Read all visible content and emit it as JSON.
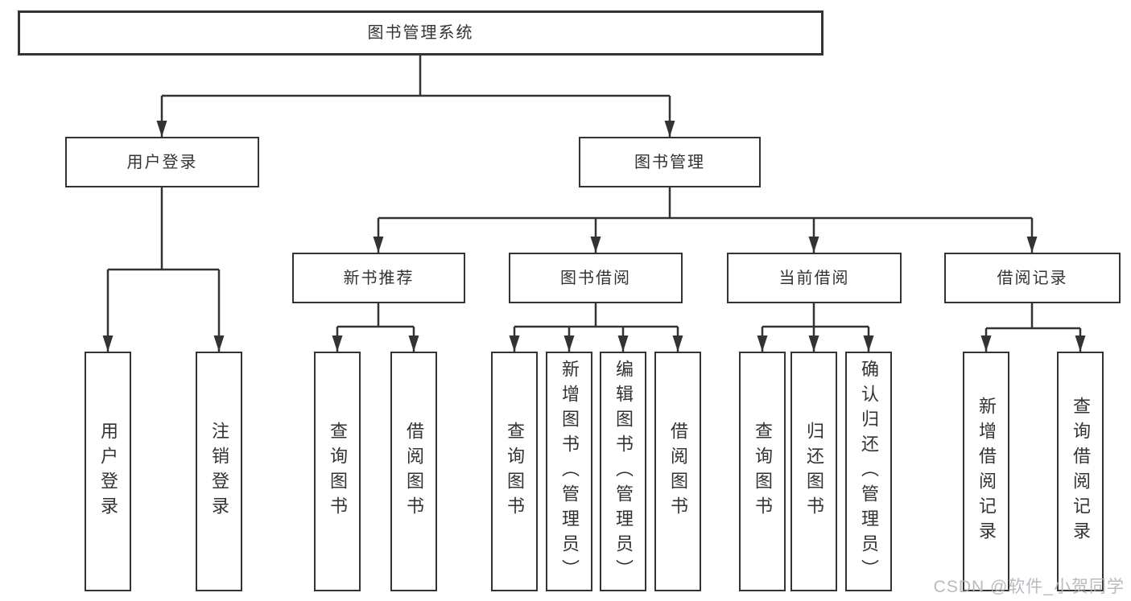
{
  "diagram_type": "tree",
  "tree": {
    "label": "图书管理系统",
    "children": [
      {
        "label": "用户登录",
        "children": [
          {
            "label": "用户登录"
          },
          {
            "label": "注销登录"
          }
        ]
      },
      {
        "label": "图书管理",
        "children": [
          {
            "label": "新书推荐",
            "children": [
              {
                "label": "查询图书"
              },
              {
                "label": "借阅图书"
              }
            ]
          },
          {
            "label": "图书借阅",
            "children": [
              {
                "label": "查询图书"
              },
              {
                "label": "新增图书（管理员）"
              },
              {
                "label": "编辑图书（管理员）"
              },
              {
                "label": "借阅图书"
              }
            ]
          },
          {
            "label": "当前借阅",
            "children": [
              {
                "label": "查询图书"
              },
              {
                "label": "归还图书"
              },
              {
                "label": "确认归还（管理员）"
              }
            ]
          },
          {
            "label": "借阅记录",
            "children": [
              {
                "label": "新增借阅记录"
              },
              {
                "label": "查询借阅记录"
              }
            ]
          }
        ]
      }
    ]
  },
  "watermark": {
    "text": "CSDN @软件_小贺同学"
  },
  "colors": {
    "line": "#333333",
    "text": "#333333",
    "box_fill": "#ffffff",
    "background": "#ffffff",
    "watermark": "#afb2b7"
  }
}
